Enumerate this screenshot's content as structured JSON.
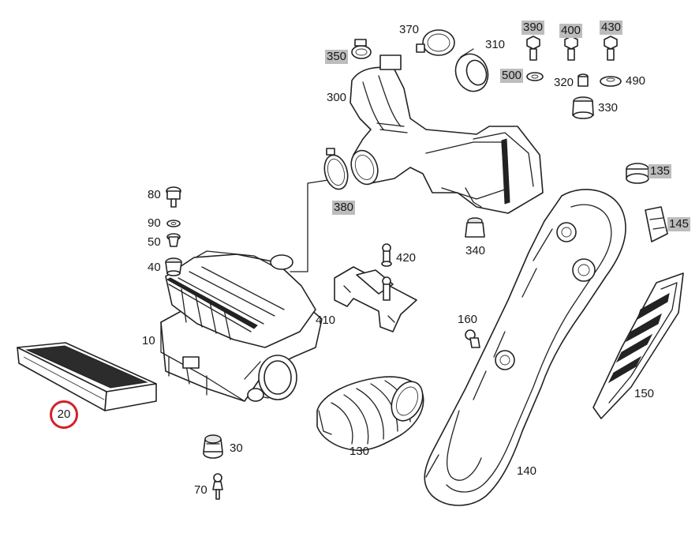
{
  "diagram": {
    "callouts": [
      {
        "id": "20",
        "text": "20",
        "style": "ring"
      },
      {
        "id": "10",
        "text": "10",
        "style": "plain"
      },
      {
        "id": "30",
        "text": "30",
        "style": "plain"
      },
      {
        "id": "40",
        "text": "40",
        "style": "plain"
      },
      {
        "id": "50",
        "text": "50",
        "style": "plain"
      },
      {
        "id": "70",
        "text": "70",
        "style": "plain"
      },
      {
        "id": "80",
        "text": "80",
        "style": "plain"
      },
      {
        "id": "90",
        "text": "90",
        "style": "plain"
      },
      {
        "id": "130",
        "text": "130",
        "style": "plain"
      },
      {
        "id": "135",
        "text": "135",
        "style": "shaded"
      },
      {
        "id": "140",
        "text": "140",
        "style": "plain"
      },
      {
        "id": "145",
        "text": "145",
        "style": "shaded"
      },
      {
        "id": "150",
        "text": "150",
        "style": "plain"
      },
      {
        "id": "160",
        "text": "160",
        "style": "plain"
      },
      {
        "id": "300",
        "text": "300",
        "style": "plain"
      },
      {
        "id": "310",
        "text": "310",
        "style": "plain"
      },
      {
        "id": "320",
        "text": "320",
        "style": "plain"
      },
      {
        "id": "330",
        "text": "330",
        "style": "plain"
      },
      {
        "id": "340",
        "text": "340",
        "style": "plain"
      },
      {
        "id": "350",
        "text": "350",
        "style": "shaded"
      },
      {
        "id": "370",
        "text": "370",
        "style": "plain"
      },
      {
        "id": "380",
        "text": "380",
        "style": "shaded"
      },
      {
        "id": "390",
        "text": "390",
        "style": "shaded"
      },
      {
        "id": "400",
        "text": "400",
        "style": "shaded"
      },
      {
        "id": "410",
        "text": "410",
        "style": "plain"
      },
      {
        "id": "420",
        "text": "420",
        "style": "plain"
      },
      {
        "id": "430",
        "text": "430",
        "style": "shaded"
      },
      {
        "id": "490",
        "text": "490",
        "style": "plain"
      },
      {
        "id": "500",
        "text": "500",
        "style": "shaded"
      }
    ],
    "colors": {
      "line": "#222222",
      "shade": "#bdbdbd",
      "highlight_ring": "#d4202a",
      "background": "#ffffff"
    }
  }
}
